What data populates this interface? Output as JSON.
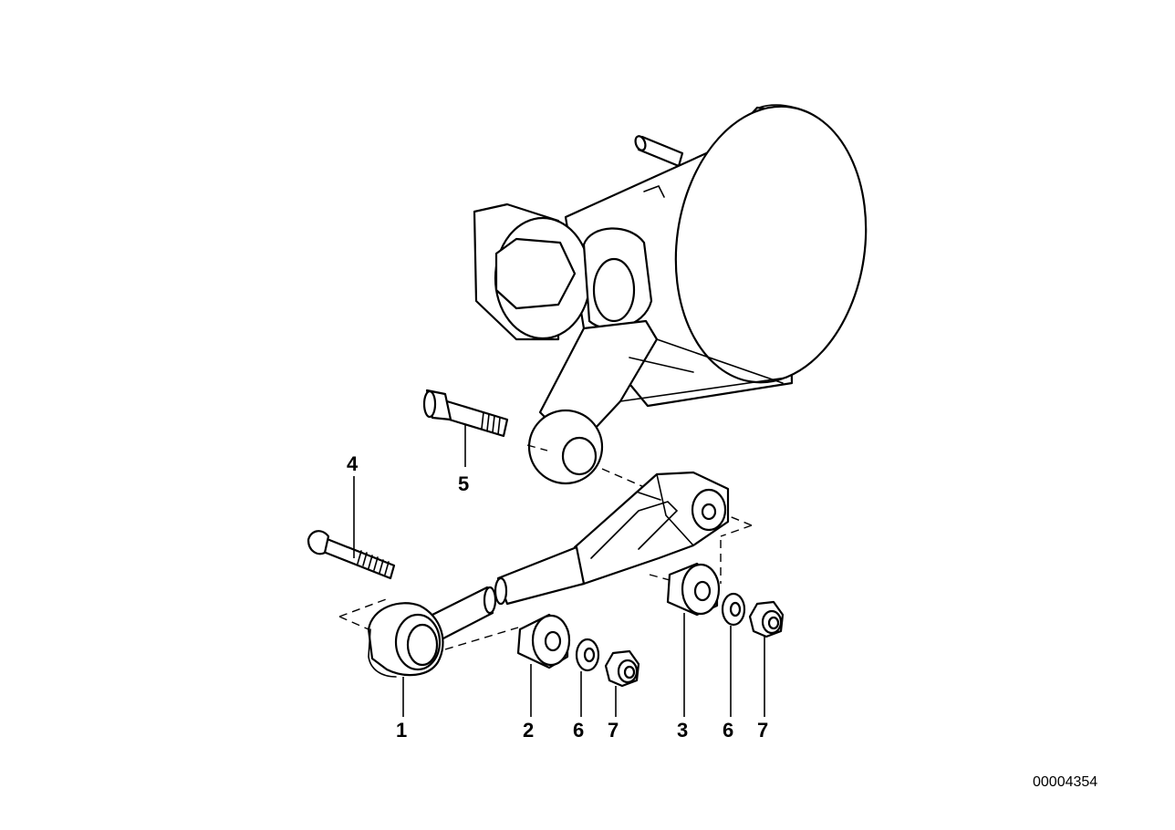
{
  "callouts": {
    "c1": "1",
    "c2": "2",
    "c3": "3",
    "c4": "4",
    "c5": "5",
    "c6a": "6",
    "c7a": "7",
    "c6b": "6",
    "c7b": "7"
  },
  "document_number": "00004354"
}
